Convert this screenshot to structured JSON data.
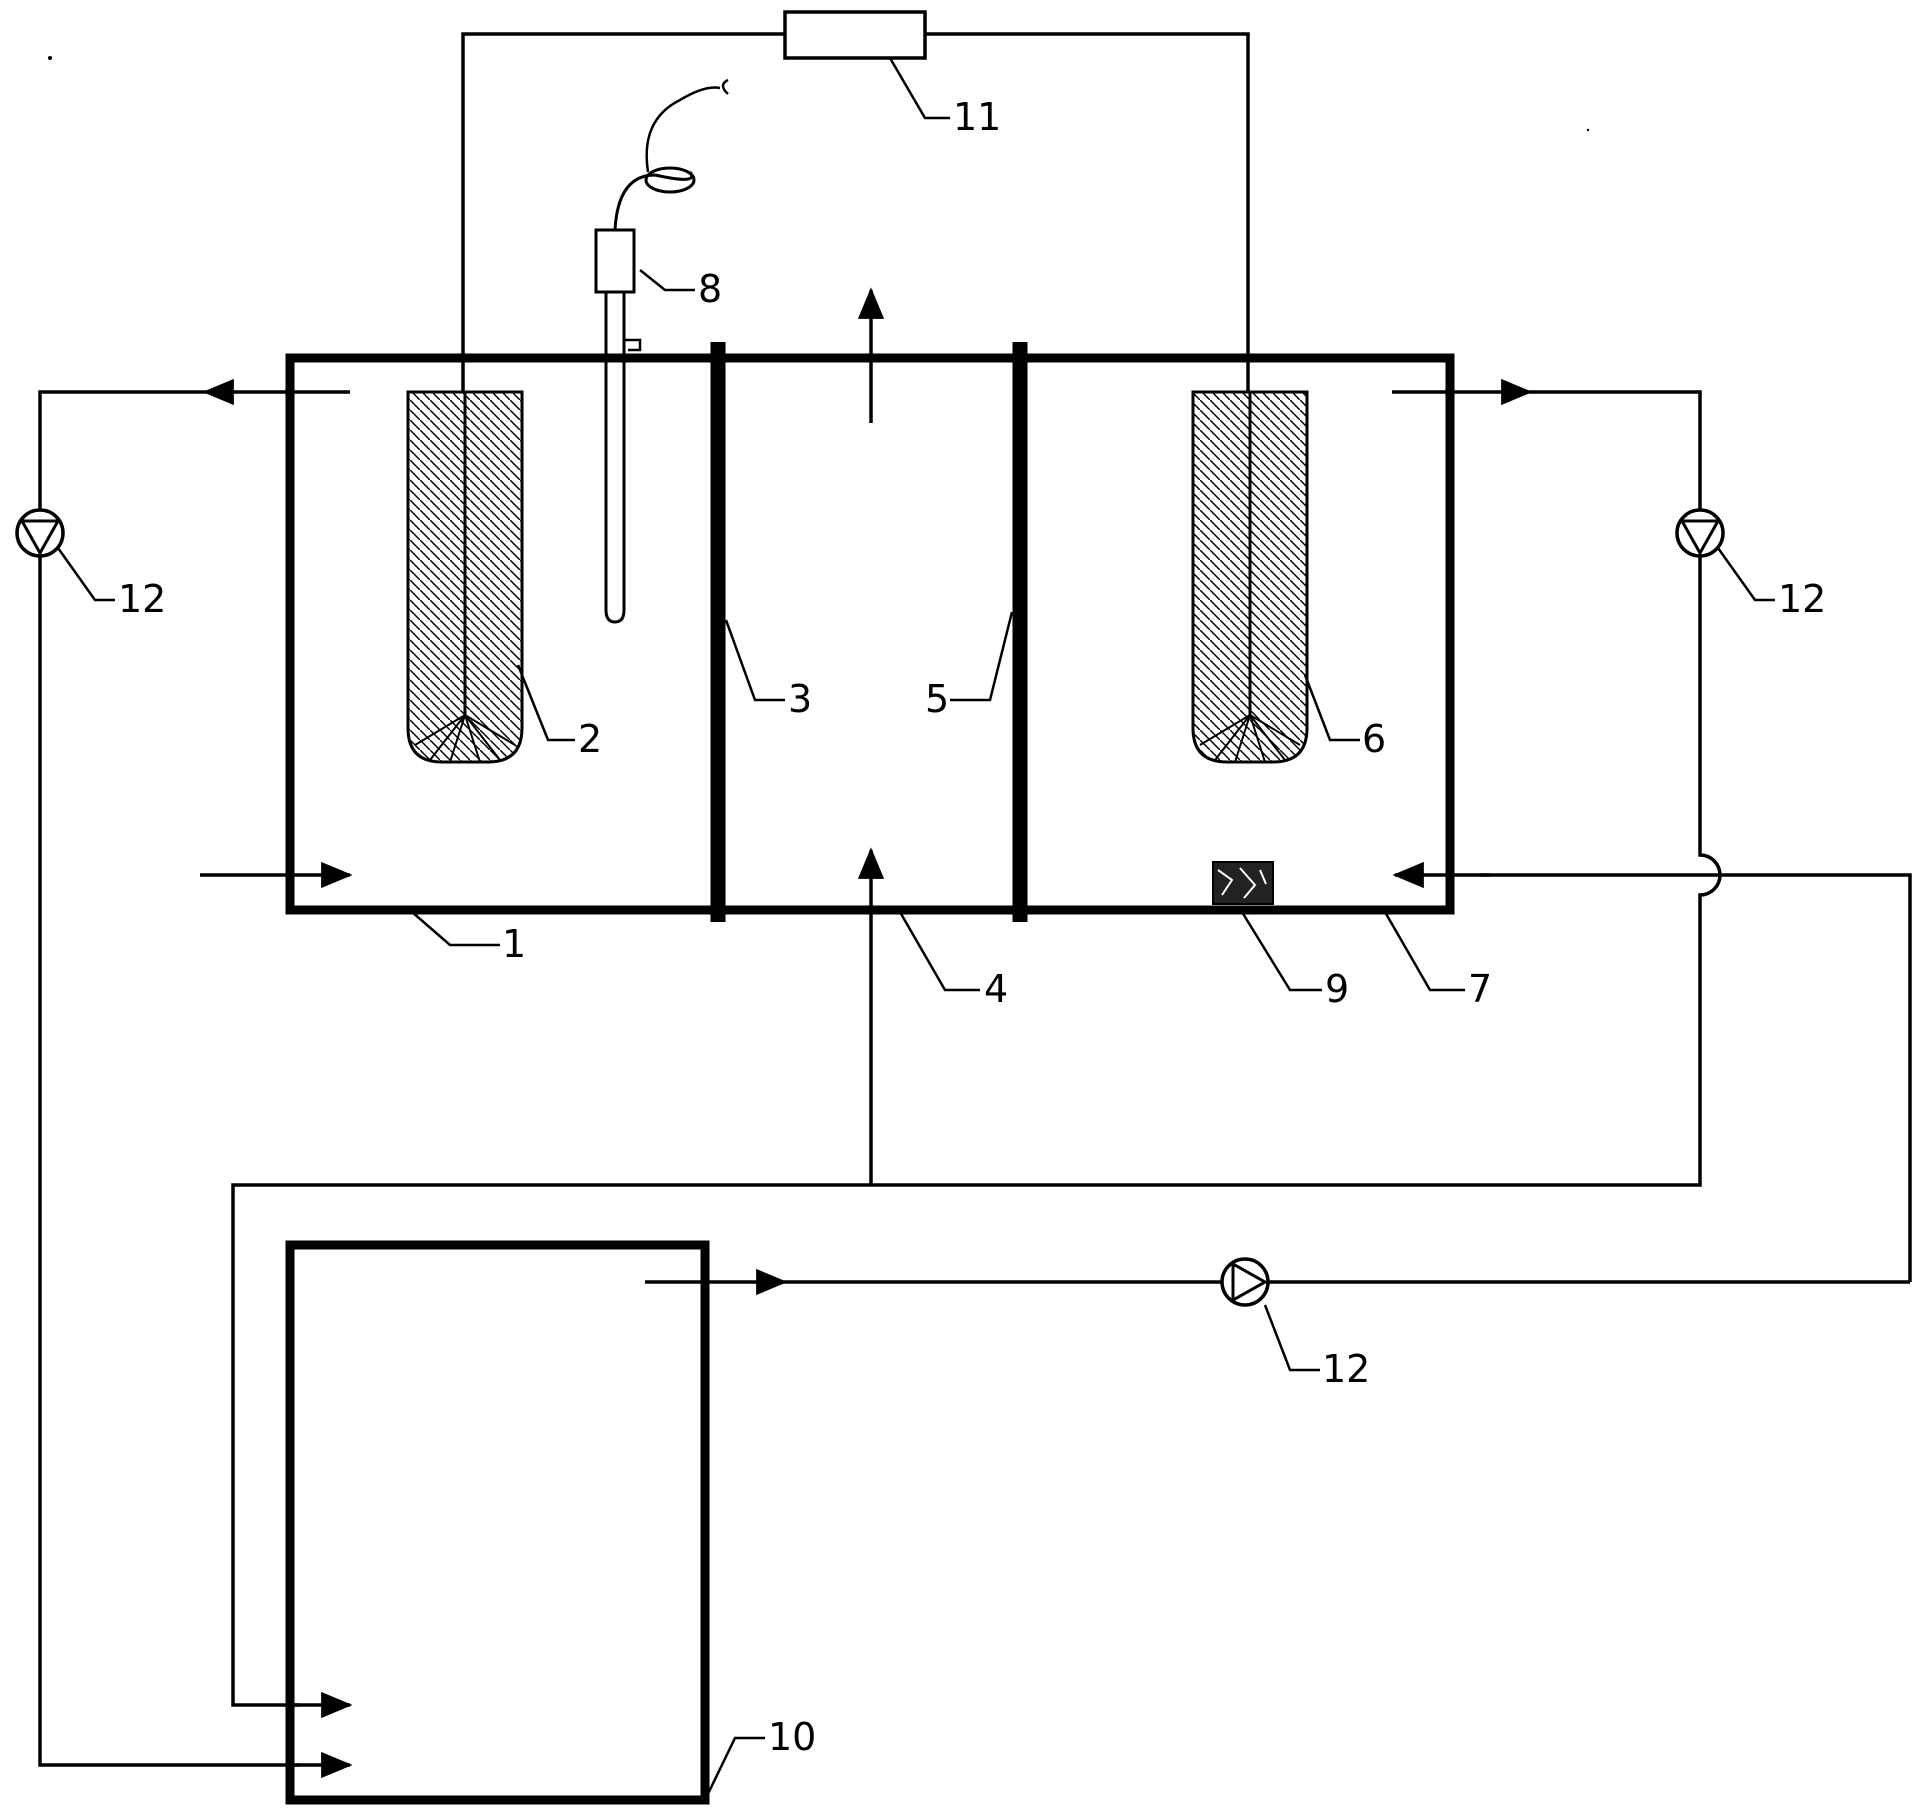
{
  "labels": {
    "tank1": "1",
    "anode": "2",
    "membrane3": "3",
    "middle_chamber": "4",
    "membrane5": "5",
    "cathode": "6",
    "tank7": "7",
    "probe": "8",
    "packing": "9",
    "reservoir": "10",
    "resistor": "11",
    "pump_left": "12",
    "pump_right": "12",
    "pump_bottom": "12"
  },
  "colors": {
    "line": "#000000",
    "background": "#ffffff"
  }
}
